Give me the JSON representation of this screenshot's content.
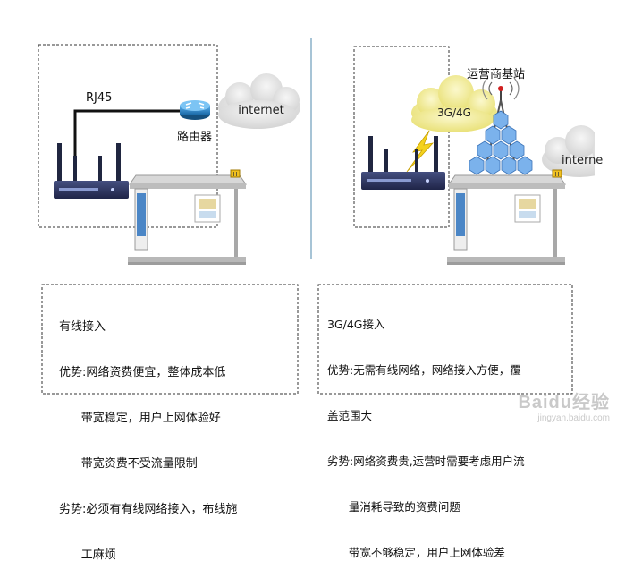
{
  "left": {
    "cable_label": "RJ45",
    "router_label": "路由器",
    "cloud_label": "internet",
    "kiosk_tag": "H",
    "text": {
      "title": "有线接入",
      "lines": [
        "优势:网络资费便宜，整体成本低",
        "      带宽稳定，用户上网体验好",
        "      带宽资费不受流量限制",
        "劣势:必须有有线网络接入，布线施",
        "      工麻烦"
      ]
    }
  },
  "right": {
    "cloud_3g_label": "3G/4G",
    "station_label": "运营商基站",
    "cloud_label": "interne",
    "kiosk_tag": "H",
    "text": {
      "title": "3G/4G接入",
      "lines": [
        "优势:无需有线网络，网络接入方便，覆",
        "盖范围大",
        "劣势:网络资费贵,运营时需要考虑用户流",
        "      量消耗导致的资费问题",
        "      带宽不够稳定，用户上网体验差"
      ]
    }
  },
  "watermark": {
    "main": "Baidu经验",
    "sub": "jingyan.baidu.com"
  },
  "colors": {
    "cloud": "#e4e4e4",
    "cloud_3g": "#f3ee9c",
    "router": "#2a7fc0",
    "station": "#6aa8e8",
    "device": "#2a3258",
    "kiosk_frame": "#9a9a9a",
    "divider": "#8ab0c8"
  }
}
